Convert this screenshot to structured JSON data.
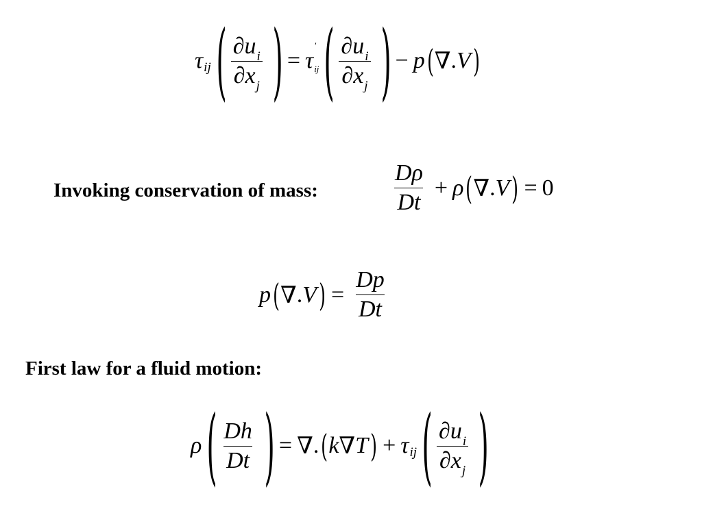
{
  "labels": {
    "conservation_of_mass": "Invoking conservation of mass:",
    "first_law": "First law for a fluid motion:"
  },
  "symbols": {
    "tau": "τ",
    "rho": "ρ",
    "partial": "∂",
    "nabla": "∇",
    "minus": "−",
    "plus": "+",
    "equals": "=",
    "prime": "'",
    "dot": "."
  }
}
